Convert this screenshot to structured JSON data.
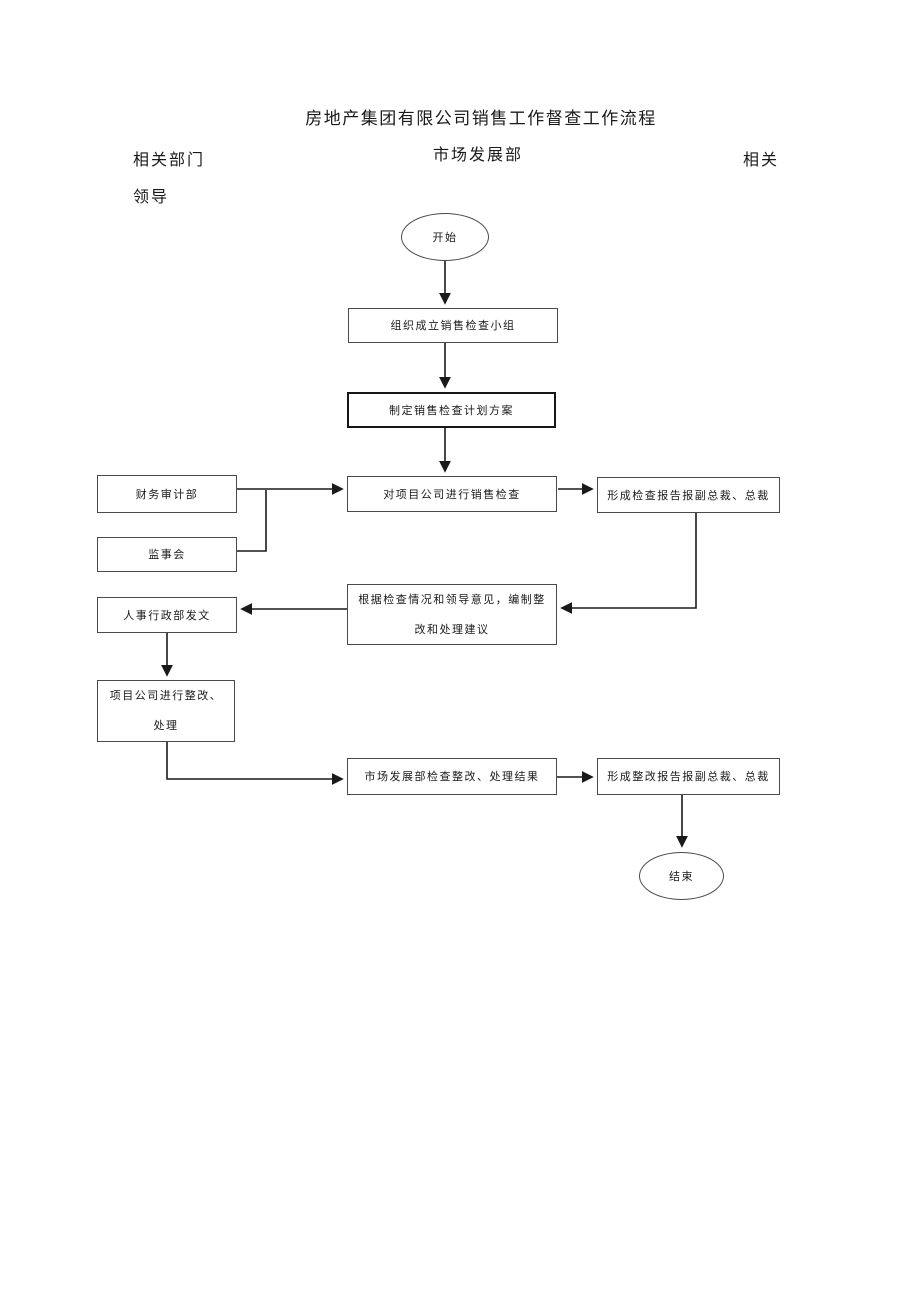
{
  "header": {
    "title": "房地产集团有限公司销售工作督查工作流程",
    "left_column": "相关部门",
    "center_column": "市场发展部",
    "right_column_line1": "相关",
    "right_column_line2": "领导"
  },
  "nodes": {
    "start": {
      "label": "开始"
    },
    "organize": {
      "label": "组织成立销售检查小组"
    },
    "plan": {
      "label": "制定销售检查计划方案"
    },
    "inspect": {
      "label": "对项目公司进行销售检查"
    },
    "finance_audit": {
      "label": "财务审计部"
    },
    "supervisory_board": {
      "label": "监事会"
    },
    "inspection_report": {
      "label": "形成检查报告报副总裁、总裁"
    },
    "suggestion": {
      "lines": [
        "根据检查情况和领导意见，编制整",
        "改和处理建议"
      ]
    },
    "hr_notice": {
      "label": "人事行政部发文"
    },
    "rectify": {
      "lines": [
        "项目公司进行整改、",
        "处理"
      ]
    },
    "market_check": {
      "label": "市场发展部检查整改、处理结果"
    },
    "rectify_report": {
      "label": "形成整改报告报副总裁、总裁"
    },
    "end": {
      "label": "结束"
    }
  },
  "colors": {
    "ink": "#1a1a1a",
    "box_border": "#4a4a4a"
  }
}
